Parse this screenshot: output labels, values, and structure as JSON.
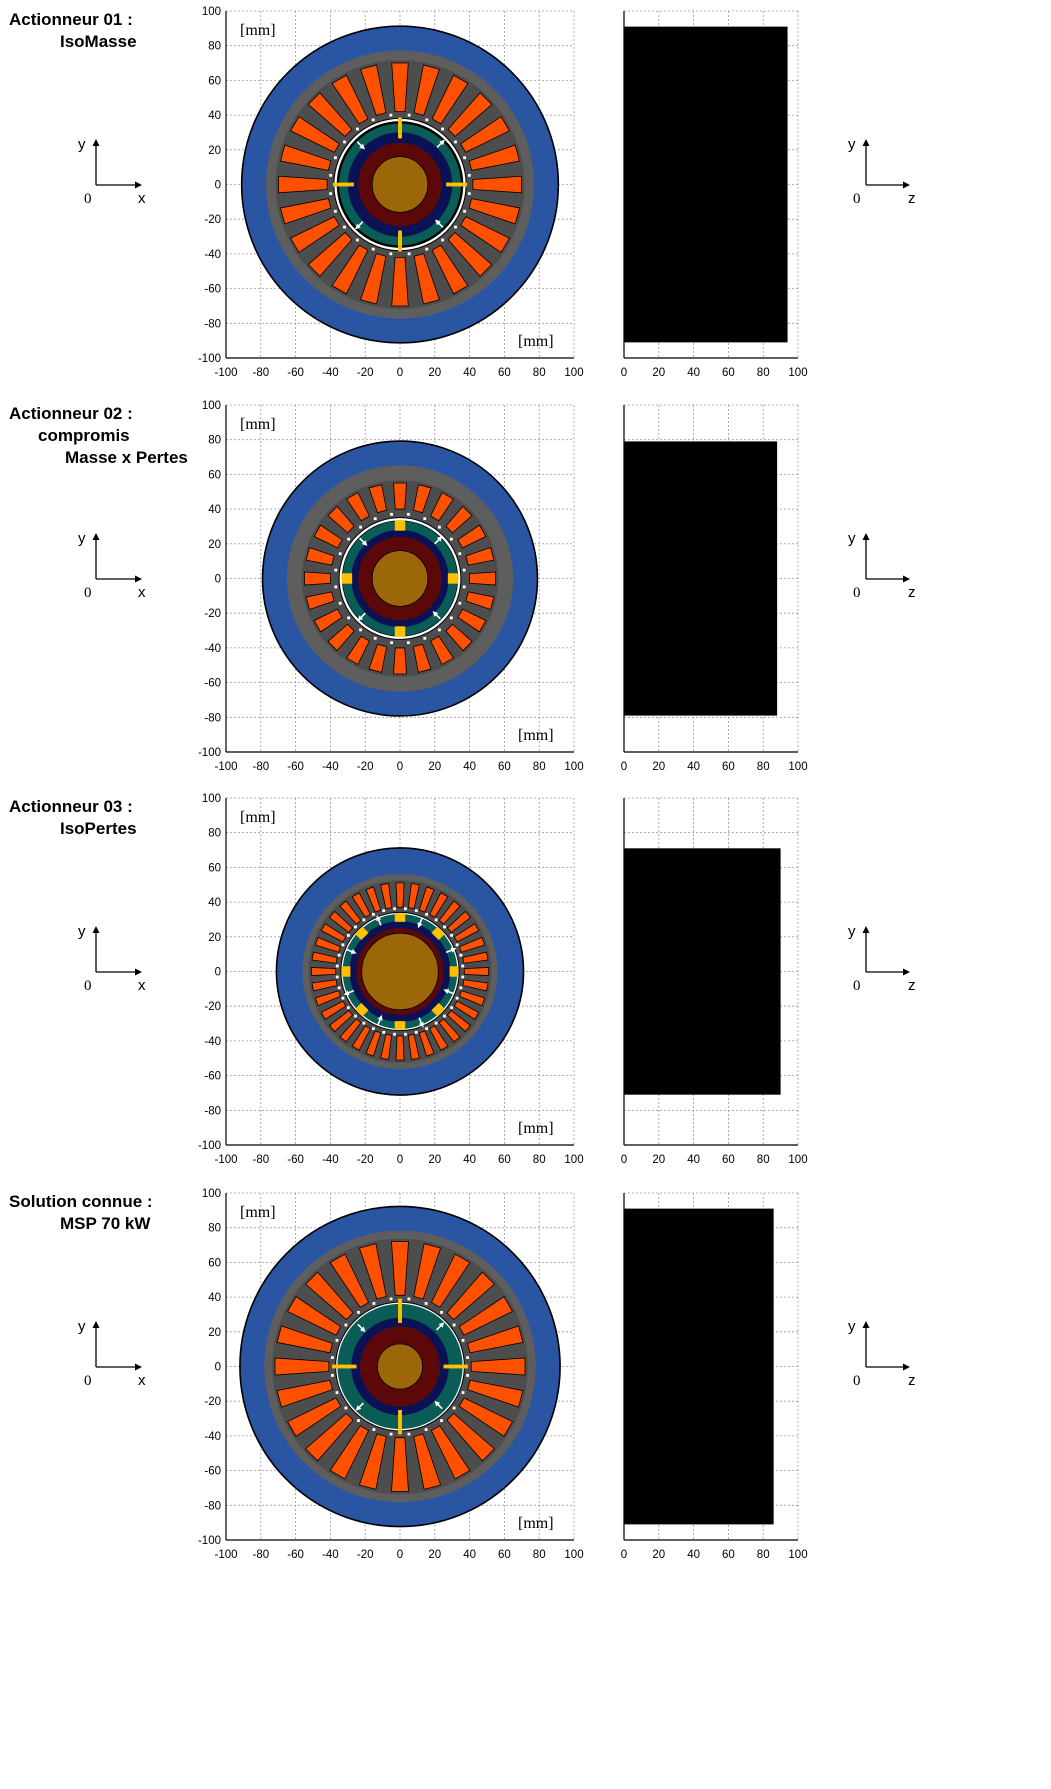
{
  "colors": {
    "frame": "#2a55a2",
    "stator_yoke": "#5e5e5e",
    "stator_tooth": "#4d4d4d",
    "winding": "#ff5000",
    "magnet_ring": "#0a5c56",
    "rotor_back": "#0b1155",
    "rotor_inner": "#5c0808",
    "shaft": "#9b6708",
    "magnet": "#ffc000",
    "side_view": "#000000"
  },
  "chart_data": [
    {
      "type": "machine-section",
      "title": [
        "Actionneur 01 :",
        "IsoMasse"
      ],
      "front": {
        "unit_label_top": "[mm]",
        "unit_label_bottom": "[mm]",
        "xlim": [
          -100,
          100
        ],
        "ylim": [
          -100,
          100
        ],
        "xticks": [
          -100,
          -80,
          -60,
          -40,
          -20,
          0,
          20,
          40,
          60,
          80,
          100
        ],
        "yticks": [
          100,
          80,
          60,
          40,
          20,
          0,
          -20,
          -40,
          -60,
          -80,
          -100
        ],
        "axes_icon": {
          "vertical": "y",
          "horizontal": "x",
          "origin": "0"
        },
        "radii_mm": {
          "frame": 91,
          "stator": 77,
          "slot_outer": 70,
          "slot_inner": 42,
          "bore": 38,
          "magnet_ring": 35,
          "rotor_back": 30,
          "rotor_inner": 24,
          "shaft": 16
        },
        "slots": 24,
        "poles": 4,
        "magnet_shape": "bar"
      },
      "side": {
        "xlim": [
          0,
          100
        ],
        "ylim": [
          -100,
          100
        ],
        "xticks": [
          0,
          20,
          40,
          60,
          80,
          100
        ],
        "axes_icon": {
          "vertical": "y",
          "horizontal": "z",
          "origin": "0"
        },
        "length_mm": 94,
        "half_height_mm": 91
      }
    },
    {
      "type": "machine-section",
      "title": [
        "Actionneur 02 :",
        "compromis",
        "Masse x Pertes"
      ],
      "front": {
        "unit_label_top": "[mm]",
        "unit_label_bottom": "[mm]",
        "xlim": [
          -100,
          100
        ],
        "ylim": [
          -100,
          100
        ],
        "xticks": [
          -100,
          -80,
          -60,
          -40,
          -20,
          0,
          20,
          40,
          60,
          80,
          100
        ],
        "yticks": [
          100,
          80,
          60,
          40,
          20,
          0,
          -20,
          -40,
          -60,
          -80,
          -100
        ],
        "axes_icon": {
          "vertical": "y",
          "horizontal": "x",
          "origin": "0"
        },
        "radii_mm": {
          "frame": 79,
          "stator": 65,
          "slot_outer": 55,
          "slot_inner": 40,
          "bore": 35,
          "magnet_ring": 33,
          "rotor_back": 28,
          "rotor_inner": 24,
          "shaft": 16
        },
        "slots": 24,
        "poles": 4,
        "magnet_shape": "block"
      },
      "side": {
        "xlim": [
          0,
          100
        ],
        "ylim": [
          -100,
          100
        ],
        "xticks": [
          0,
          20,
          40,
          60,
          80,
          100
        ],
        "axes_icon": {
          "vertical": "y",
          "horizontal": "z",
          "origin": "0"
        },
        "length_mm": 88,
        "half_height_mm": 79
      }
    },
    {
      "type": "machine-section",
      "title": [
        "Actionneur 03 :",
        "IsoPertes"
      ],
      "front": {
        "unit_label_top": "[mm]",
        "unit_label_bottom": "[mm]",
        "xlim": [
          -100,
          100
        ],
        "ylim": [
          -100,
          100
        ],
        "xticks": [
          -100,
          -80,
          -60,
          -40,
          -20,
          0,
          20,
          40,
          60,
          80,
          100
        ],
        "yticks": [
          100,
          80,
          60,
          40,
          20,
          0,
          -20,
          -40,
          -60,
          -80,
          -100
        ],
        "axes_icon": {
          "vertical": "y",
          "horizontal": "x",
          "origin": "0"
        },
        "radii_mm": {
          "frame": 71,
          "stator": 56,
          "slot_outer": 51,
          "slot_inner": 37,
          "bore": 34,
          "magnet_ring": 33,
          "rotor_back": 29,
          "rotor_inner": 25,
          "shaft": 22
        },
        "slots": 36,
        "poles": 8,
        "magnet_shape": "block"
      },
      "side": {
        "xlim": [
          0,
          100
        ],
        "ylim": [
          -100,
          100
        ],
        "xticks": [
          0,
          20,
          40,
          60,
          80,
          100
        ],
        "axes_icon": {
          "vertical": "y",
          "horizontal": "z",
          "origin": "0"
        },
        "length_mm": 90,
        "half_height_mm": 71
      }
    },
    {
      "type": "machine-section",
      "title": [
        "Solution connue :",
        "MSP 70 kW"
      ],
      "front": {
        "unit_label_top": "[mm]",
        "unit_label_bottom": "[mm]",
        "xlim": [
          -100,
          100
        ],
        "ylim": [
          -100,
          100
        ],
        "xticks": [
          -100,
          -80,
          -60,
          -40,
          -20,
          0,
          20,
          40,
          60,
          80,
          100
        ],
        "yticks": [
          100,
          80,
          60,
          40,
          20,
          0,
          -20,
          -40,
          -60,
          -80,
          -100
        ],
        "axes_icon": {
          "vertical": "y",
          "horizontal": "x",
          "origin": "0"
        },
        "radii_mm": {
          "frame": 92,
          "stator": 78,
          "slot_outer": 72,
          "slot_inner": 41,
          "bore": 37,
          "magnet_ring": 36,
          "rotor_back": 28,
          "rotor_inner": 23,
          "shaft": 13
        },
        "slots": 24,
        "poles": 4,
        "magnet_shape": "bar"
      },
      "side": {
        "xlim": [
          0,
          100
        ],
        "ylim": [
          -100,
          100
        ],
        "xticks": [
          0,
          20,
          40,
          60,
          80,
          100
        ],
        "axes_icon": {
          "vertical": "y",
          "horizontal": "z",
          "origin": "0"
        },
        "length_mm": 86,
        "half_height_mm": 91
      }
    }
  ]
}
